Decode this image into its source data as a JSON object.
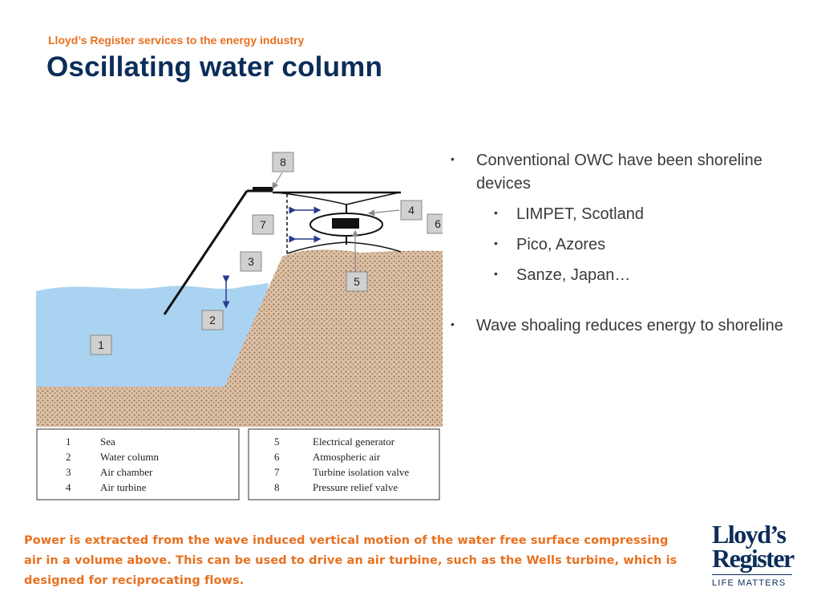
{
  "header": {
    "subtitle": "Lloyd’s Register services to the energy industry",
    "title": "Oscillating water column"
  },
  "diagram": {
    "labels": [
      "8",
      "4",
      "6",
      "7",
      "3",
      "5",
      "2",
      "1"
    ],
    "legend_left": [
      {
        "num": "1",
        "text": "Sea"
      },
      {
        "num": "2",
        "text": "Water column"
      },
      {
        "num": "3",
        "text": "Air chamber"
      },
      {
        "num": "4",
        "text": "Air turbine"
      }
    ],
    "legend_right": [
      {
        "num": "5",
        "text": "Electrical generator"
      },
      {
        "num": "6",
        "text": "Atmospheric air"
      },
      {
        "num": "7",
        "text": "Turbine isolation valve"
      },
      {
        "num": "8",
        "text": "Pressure relief valve"
      }
    ],
    "colors": {
      "water": "#a9d3f0",
      "rock": "#d6b79a",
      "box": "#cfcfcf"
    }
  },
  "bullets": {
    "b1": "Conventional OWC have been shoreline devices",
    "subs": [
      "LIMPET, Scotland",
      "Pico, Azores",
      "Sanze, Japan…"
    ],
    "b2": "Wave shoaling reduces energy to shoreline"
  },
  "caption": "Power is extracted from the wave induced vertical motion of the water free surface compressing air in a volume above. This can be used to drive an air turbine, such as the Wells turbine, which is designed for reciprocating flows.",
  "logo": {
    "line1": "Lloyd’s",
    "line2": "Register",
    "tagline": "LIFE MATTERS"
  }
}
